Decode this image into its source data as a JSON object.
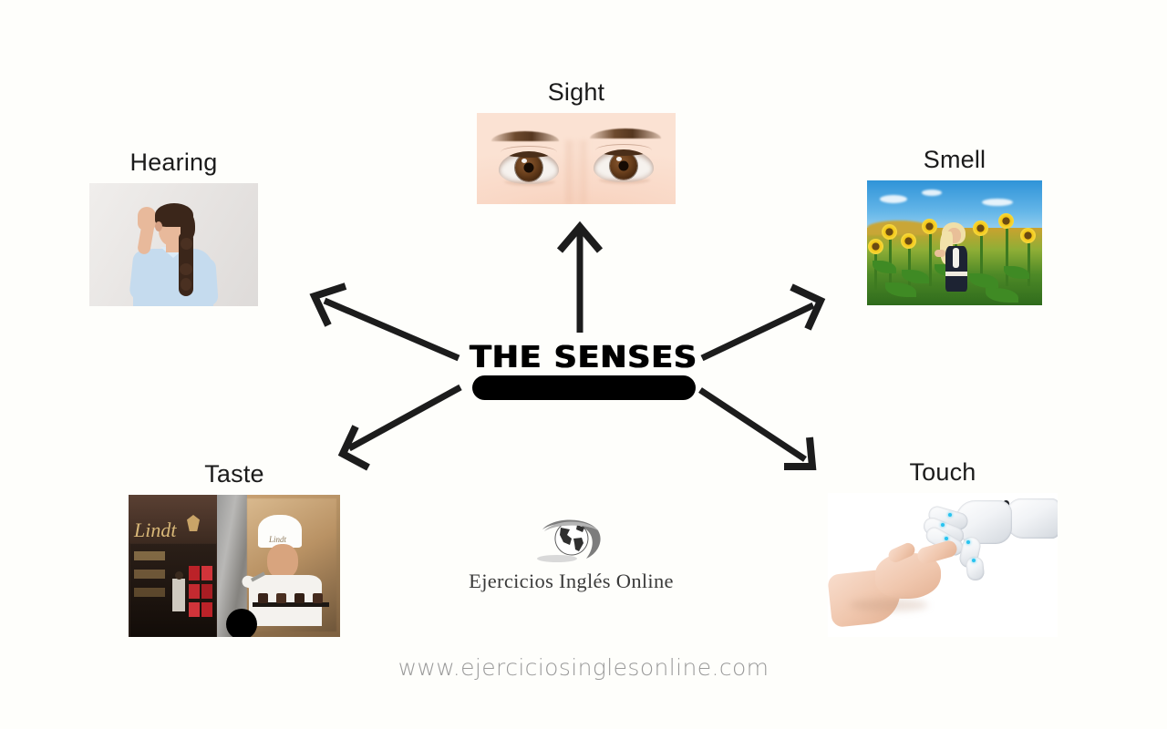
{
  "page": {
    "background_color": "#fefefb",
    "center_title": "THE SENSES"
  },
  "nodes": [
    {
      "id": "sight",
      "label": "Sight",
      "image_name": "eyes-photo",
      "image_alt": "Close-up of a woman's brown eyes"
    },
    {
      "id": "hearing",
      "label": "Hearing",
      "image_name": "listening-girl-photo",
      "image_alt": "Girl in light blue shirt cupping her hand to her ear"
    },
    {
      "id": "smell",
      "label": "Smell",
      "image_name": "sunflower-field-photo",
      "image_alt": "Blonde woman smelling sunflowers in a field"
    },
    {
      "id": "taste",
      "label": "Taste",
      "image_name": "lindt-chocolate-shop-photo",
      "image_alt": "Lindt chocolate shop front with chef poster"
    },
    {
      "id": "touch",
      "label": "Touch",
      "image_name": "human-robot-hands-photo",
      "image_alt": "Human hand touching a white robot hand"
    }
  ],
  "arrows": [
    {
      "name": "arrow-to-sight",
      "direction": "up"
    },
    {
      "name": "arrow-to-hearing",
      "direction": "up-left"
    },
    {
      "name": "arrow-to-smell",
      "direction": "up-right"
    },
    {
      "name": "arrow-to-taste",
      "direction": "down-left"
    },
    {
      "name": "arrow-to-touch",
      "direction": "down-right"
    }
  ],
  "footer": {
    "logo_text": "Ejercicios Inglés Online",
    "logo_icon": "globe-swoosh-icon",
    "url": "www.ejerciciosinglesonline.com"
  }
}
